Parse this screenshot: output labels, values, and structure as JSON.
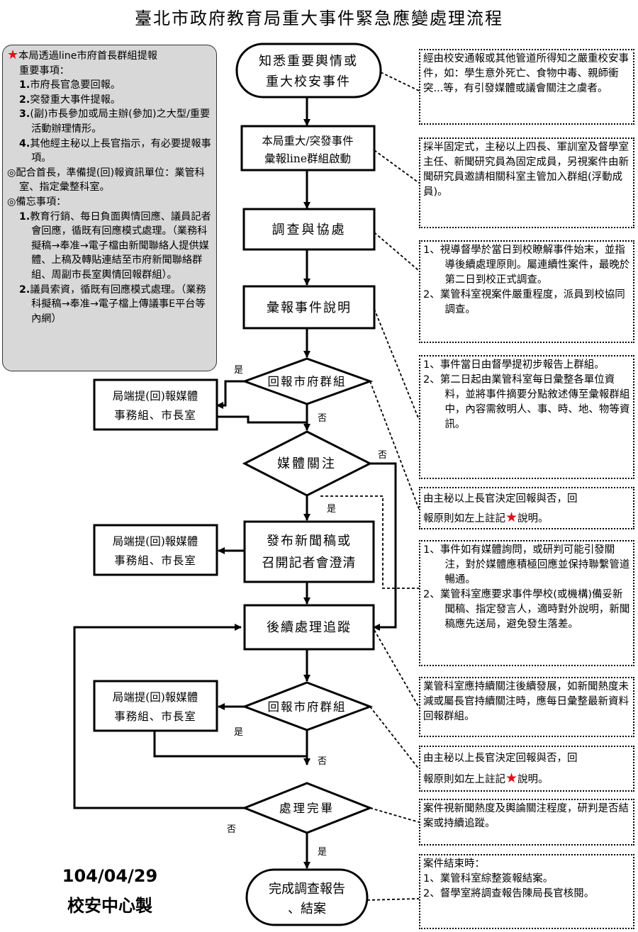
{
  "title": "臺北市政府教育局重大事件緊急應變處理流程",
  "left_note": {
    "header_line1": "本局透過line市府首長群組提報",
    "header_line2": "重要事項：",
    "items": [
      {
        "n": "1.",
        "text": "市府長官急要回報。"
      },
      {
        "n": "2.",
        "text": "突發重大事件提報。"
      },
      {
        "n": "3.",
        "text": "(副)市長參加或局主辦(參加)之大型/重要活動辦理情形。"
      },
      {
        "n": "4.",
        "text": "其他經主秘以上長官指示，有必要提報事項。"
      }
    ],
    "coordination": "◎配合首長，準備提(回)報資訊單位：業管科室、指定彙整科室。",
    "memo_title": "◎備忘事項：",
    "memo_items": [
      {
        "n": "1.",
        "text": "教育行銷、每日負面輿情回應、議員記者會回應，循既有回應模式處理。（業務科擬稿→奉准→電子檔由新聞聯絡人提供媒體、上稿及轉貼連結至市府新聞聯絡群組、周副市長室輿情回報群組）。"
      },
      {
        "n": "2.",
        "text": "議員索資，循既有回應模式處理。（業務科擬稿→奉准→電子檔上傳議事E平台等內網）"
      }
    ]
  },
  "nodes": {
    "start_l1": "知悉重要輿情或",
    "start_l2": "重大校安事件",
    "line_l1": "本局重大/突發事件",
    "line_l2": "彙報line群組啟動",
    "investigate": "調查與協處",
    "report_desc": "彙報事件說明",
    "d_report1": "回報市府群組",
    "media_box1_l1": "局端提(回)報媒體",
    "media_box1_l2": "事務組、市長室",
    "d_media": "媒體關注",
    "press_l1": "發布新聞稿或",
    "press_l2": "召開記者會澄清",
    "media_box2_l1": "局端提(回)報媒體",
    "media_box2_l2": "事務組、市長室",
    "followup": "後續處理追蹤",
    "d_report2": "回報市府群組",
    "media_box3_l1": "局端提(回)報媒體",
    "media_box3_l2": "事務組、市長室",
    "d_done": "處理完畢",
    "end_l1": "完成調查報告",
    "end_l2": "、結案"
  },
  "labels": {
    "yes": "是",
    "no": "否"
  },
  "notes": {
    "n1": "經由校安通報或其他管道所得知之嚴重校安事件，如：學生意外死亡、食物中毒、親師衝突...等，有引發媒體或議會關注之虞者。",
    "n2": "採半固定式，主秘以上四長、軍訓室及督學室主任、新聞研究員為固定成員，另視案件由新聞研究員邀請相關科室主管加入群組(浮動成員)。",
    "n3": [
      {
        "n": "1、",
        "text": "視導督學於當日到校瞭解事件始末，並指導後續處理原則。屬連續性案件，最晚於第二日到校正式調查。"
      },
      {
        "n": "2、",
        "text": "業管科室視案件嚴重程度，派員到校協同調查。"
      }
    ],
    "n4": [
      {
        "n": "1、",
        "text": "事件當日由督學提初步報告上群組。"
      },
      {
        "n": "2、",
        "text": "第二日起由業管科室每日彙整各單位資料，並將事件摘要分點敘述傳至彙報群組中，內容需敘明人、事、時、地、物等資訊。"
      }
    ],
    "n5_a": "由主秘以上長官決定回報與否，回",
    "n5_b": "報原則如左上註記",
    "n5_c": "說明。",
    "n6": [
      {
        "n": "1、",
        "text": "事件如有媒體詢問，或研判可能引發關注，對於媒體應積極回應並保持聯繫管道暢通。"
      },
      {
        "n": "2、",
        "text": "業管科室應要求事件學校(或機構)備妥新聞稿、指定發言人，適時對外說明，新聞稿應先送局，避免發生落差。"
      }
    ],
    "n7": "業管科室應持續關注後續發展，如新聞熱度未減或屬長官持續關注時，應每日彙整最新資料回報群組。",
    "n8_a": "由主秘以上長官決定回報與否，回",
    "n8_b": "報原則如左上註記",
    "n8_c": "說明。",
    "n9": "案件視新聞熱度及輿論關注程度，研判是否結案或持續追蹤。",
    "n10_title": "案件結束時：",
    "n10": [
      {
        "n": "1、",
        "text": "業管科室綜整簽報結案。"
      },
      {
        "n": "2、",
        "text": "督學室將調查報告陳局長官核閱。"
      }
    ]
  },
  "footer": {
    "date": "104/04/29",
    "maker": "校安中心製"
  },
  "colors": {
    "star": "#e0101a",
    "left_note_bg": "#d8d8d8",
    "line": "#000000"
  },
  "icons": {
    "star": "red-star-icon"
  }
}
